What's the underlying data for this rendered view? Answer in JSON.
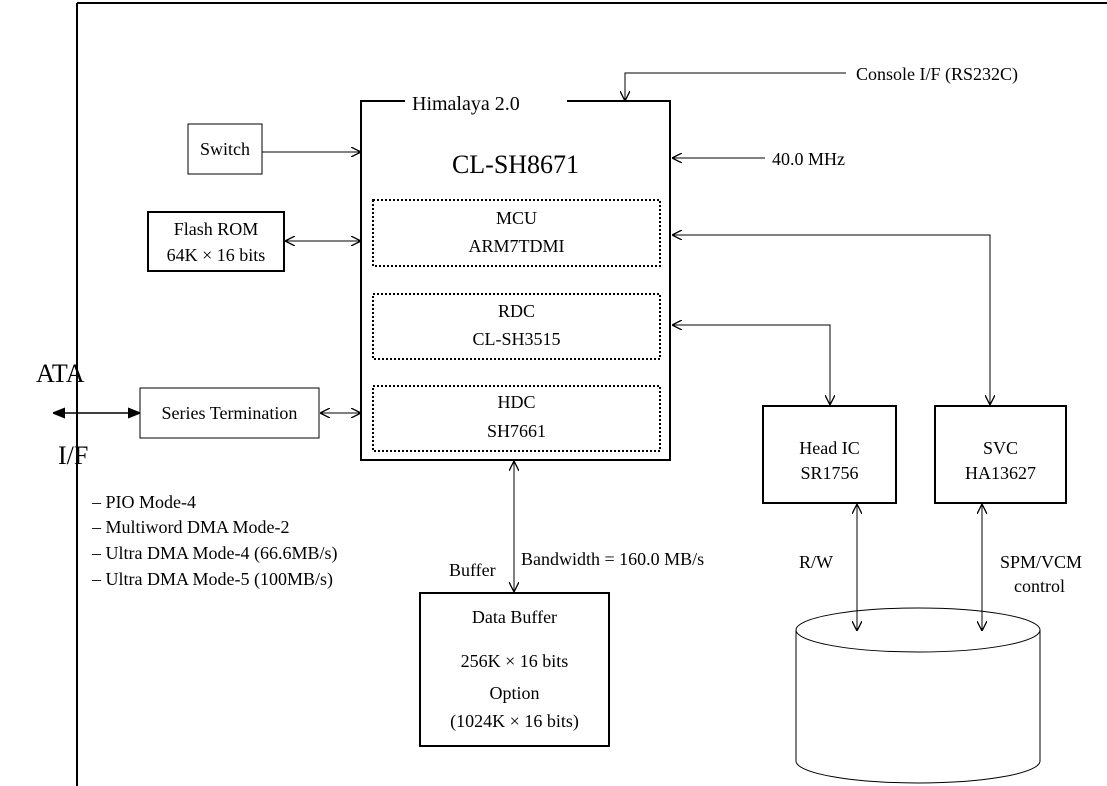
{
  "chip": {
    "label": "Himalaya 2.0",
    "name": "CL-SH8671",
    "mcu": {
      "line1": "MCU",
      "line2": "ARM7TDMI"
    },
    "rdc": {
      "line1": "RDC",
      "line2": "CL-SH3515"
    },
    "hdc": {
      "line1": "HDC",
      "line2": "SH7661"
    }
  },
  "console": "Console I/F (RS232C)",
  "clock": "40.0 MHz",
  "switch": "Switch",
  "flash": {
    "line1": "Flash ROM",
    "line2": "64K × 16 bits"
  },
  "series_termination": "Series Termination",
  "ata": {
    "line1": "ATA",
    "line2": "I/F"
  },
  "modes": [
    "– PIO Mode-4",
    "– Multiword DMA Mode-2",
    "– Ultra DMA Mode-4 (66.6MB/s)",
    "– Ultra DMA Mode-5 (100MB/s)"
  ],
  "buffer_label": "Buffer",
  "bandwidth": "Bandwidth = 160.0 MB/s",
  "data_buffer": {
    "line1": "Data Buffer",
    "line2": "256K × 16 bits",
    "line3": "Option",
    "line4": "(1024K × 16 bits)"
  },
  "head_ic": {
    "line1": "Head IC",
    "line2": "SR1756"
  },
  "svc": {
    "line1": "SVC",
    "line2": "HA13627"
  },
  "rw": "R/W",
  "spm": {
    "line1": "SPM/VCM",
    "line2": "control"
  }
}
